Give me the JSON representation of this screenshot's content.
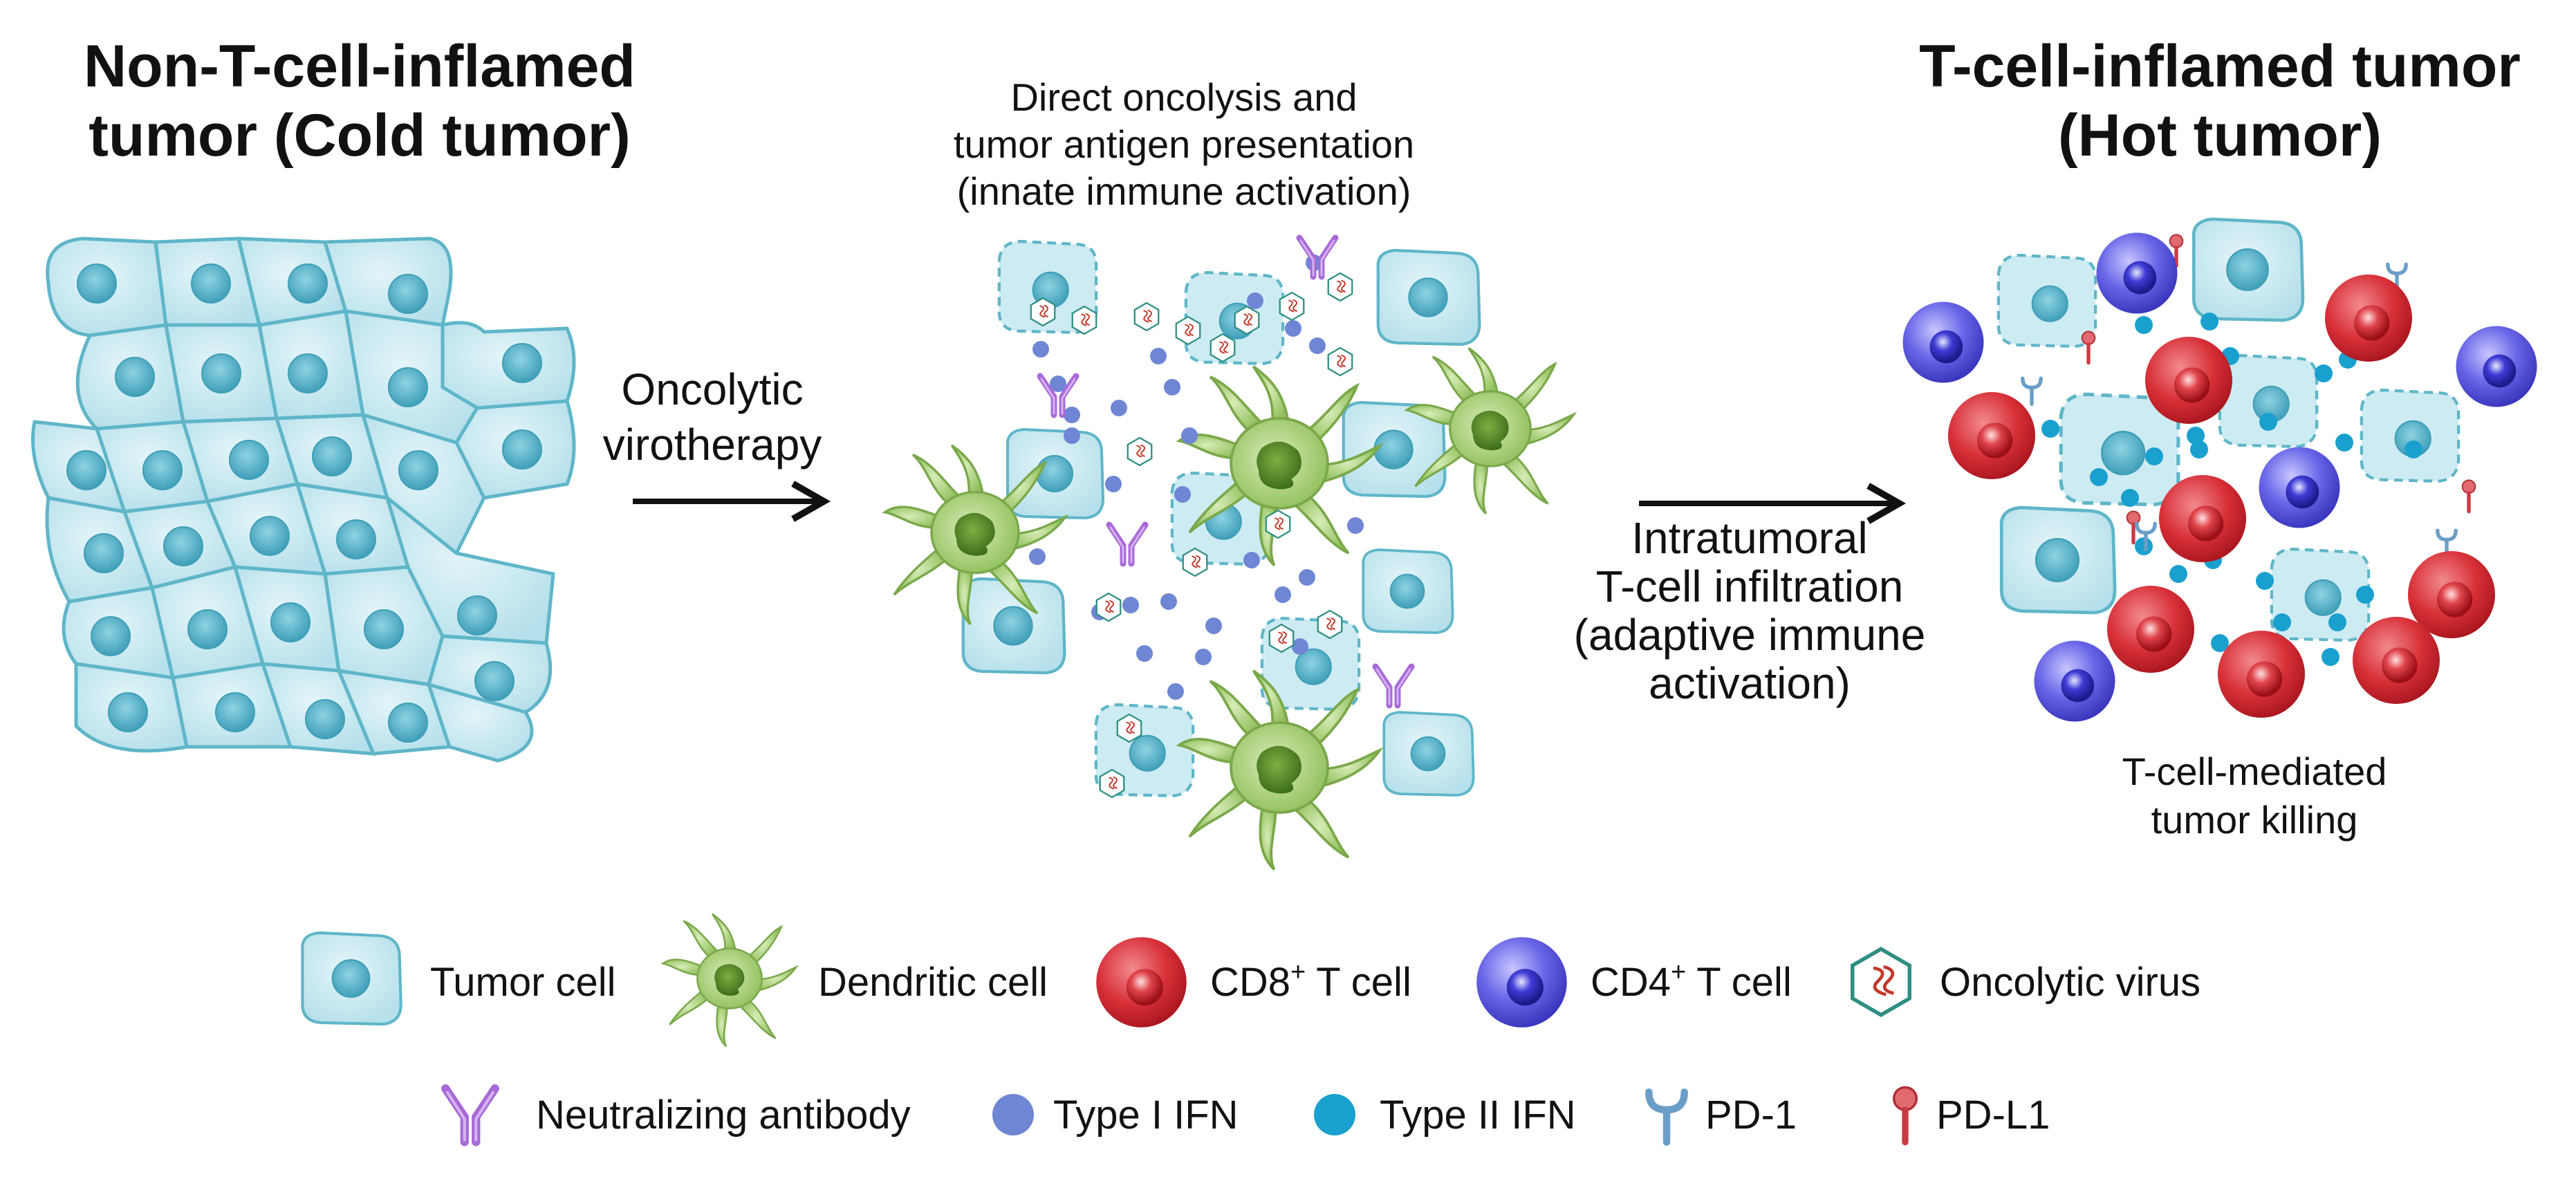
{
  "panels": {
    "cold": {
      "title_line1": "Non-T-cell-inflamed",
      "title_line2": "tumor (Cold tumor)"
    },
    "middle": {
      "caption_line1": "Direct oncolysis and",
      "caption_line2": "tumor antigen presentation",
      "caption_line3": "(innate immune activation)"
    },
    "hot": {
      "title_line1": "T-cell-inflamed tumor",
      "title_line2": "(Hot tumor)",
      "caption_line1": "T-cell-mediated",
      "caption_line2": "tumor killing"
    }
  },
  "arrows": {
    "first": {
      "line1": "Oncolytic",
      "line2": "virotherapy"
    },
    "second": {
      "line1": "Intratumoral",
      "line2": "T-cell infiltration",
      "line3": "(adaptive immune",
      "line4": "activation)"
    }
  },
  "legend": {
    "row1": [
      {
        "icon": "tumor-cell-icon",
        "label": "Tumor cell"
      },
      {
        "icon": "dendritic-cell-icon",
        "label": "Dendritic cell"
      },
      {
        "icon": "cd8-t-cell-icon",
        "label_main": "CD8",
        "label_sup": "+",
        "label_tail": " T cell"
      },
      {
        "icon": "cd4-t-cell-icon",
        "label_main": "CD4",
        "label_sup": "+",
        "label_tail": " T cell"
      },
      {
        "icon": "oncolytic-virus-icon",
        "label": "Oncolytic virus"
      }
    ],
    "row2": [
      {
        "icon": "neutralizing-antibody-icon",
        "label": "Neutralizing antibody"
      },
      {
        "icon": "type-i-ifn-icon",
        "label": "Type I IFN"
      },
      {
        "icon": "type-ii-ifn-icon",
        "label": "Type II IFN"
      },
      {
        "icon": "pd-1-icon",
        "label": "PD-1"
      },
      {
        "icon": "pd-l1-icon",
        "label": "PD-L1"
      }
    ]
  },
  "colors": {
    "tumor_fill": "#bfe6ef",
    "tumor_stroke": "#5fb6c8",
    "nucleus": "#5fb3c9",
    "dendritic": "#8fbf5a",
    "cd8": "#d42e36",
    "cd4": "#4a46d8",
    "type_i_ifn": "#6f86d4",
    "type_ii_ifn": "#1aa0cf",
    "antibody": "#a86ad8",
    "pd1": "#6a9ec8",
    "pdl1": "#d14a52",
    "virus": "#2e8e82"
  }
}
